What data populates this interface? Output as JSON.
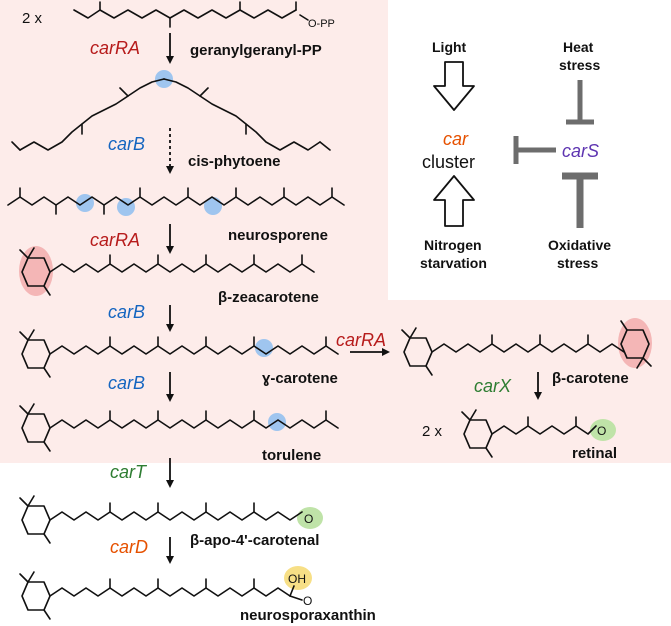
{
  "colors": {
    "background_panel": "#fdecea",
    "red_gene": "#b71c1c",
    "blue_gene": "#1565c0",
    "green_gene": "#2e7d32",
    "orange_gene": "#e65100",
    "purple_gene": "#5e35b1",
    "regulator_gray": "#6d6d6d",
    "highlight_blue": "#9fc5ef",
    "highlight_red": "#f4b6b6",
    "highlight_green": "#bfe3a8",
    "highlight_yellow": "#f7df86"
  },
  "precursor": {
    "multiplier": "2 x",
    "phosphate_label": "O-PP"
  },
  "compounds": {
    "ggpp": "geranylgeranyl-PP",
    "phytoene": "cis-phytoene",
    "neurosporene": "neurosporene",
    "zeacarotene": "β-zeacarotene",
    "gamma_carotene": "ɣ-carotene",
    "torulene": "torulene",
    "carotenal": "β-apo-4'-carotenal",
    "neurosporaxanthin": "neurosporaxanthin",
    "beta_carotene": "β-carotene",
    "retinal": "retinal"
  },
  "genes": {
    "step1": "carRA",
    "step2": "carB",
    "step3": "carRA",
    "step4": "carB",
    "step5": "carB",
    "step6": "carT",
    "step7": "carD",
    "branch": "carRA",
    "cleavage": "carX"
  },
  "atoms": {
    "oxygen": "O",
    "hydroxyl": "OH",
    "retinal_multiplier": "2 x"
  },
  "regulation": {
    "car_label": "car",
    "cluster_label": "cluster",
    "regulator": "carS",
    "light_label": "Light",
    "nitrogen_line1": "Nitrogen",
    "nitrogen_line2": "starvation",
    "heat_line1": "Heat",
    "heat_line2": "stress",
    "oxidative_line1": "Oxidative",
    "oxidative_line2": "stress"
  }
}
